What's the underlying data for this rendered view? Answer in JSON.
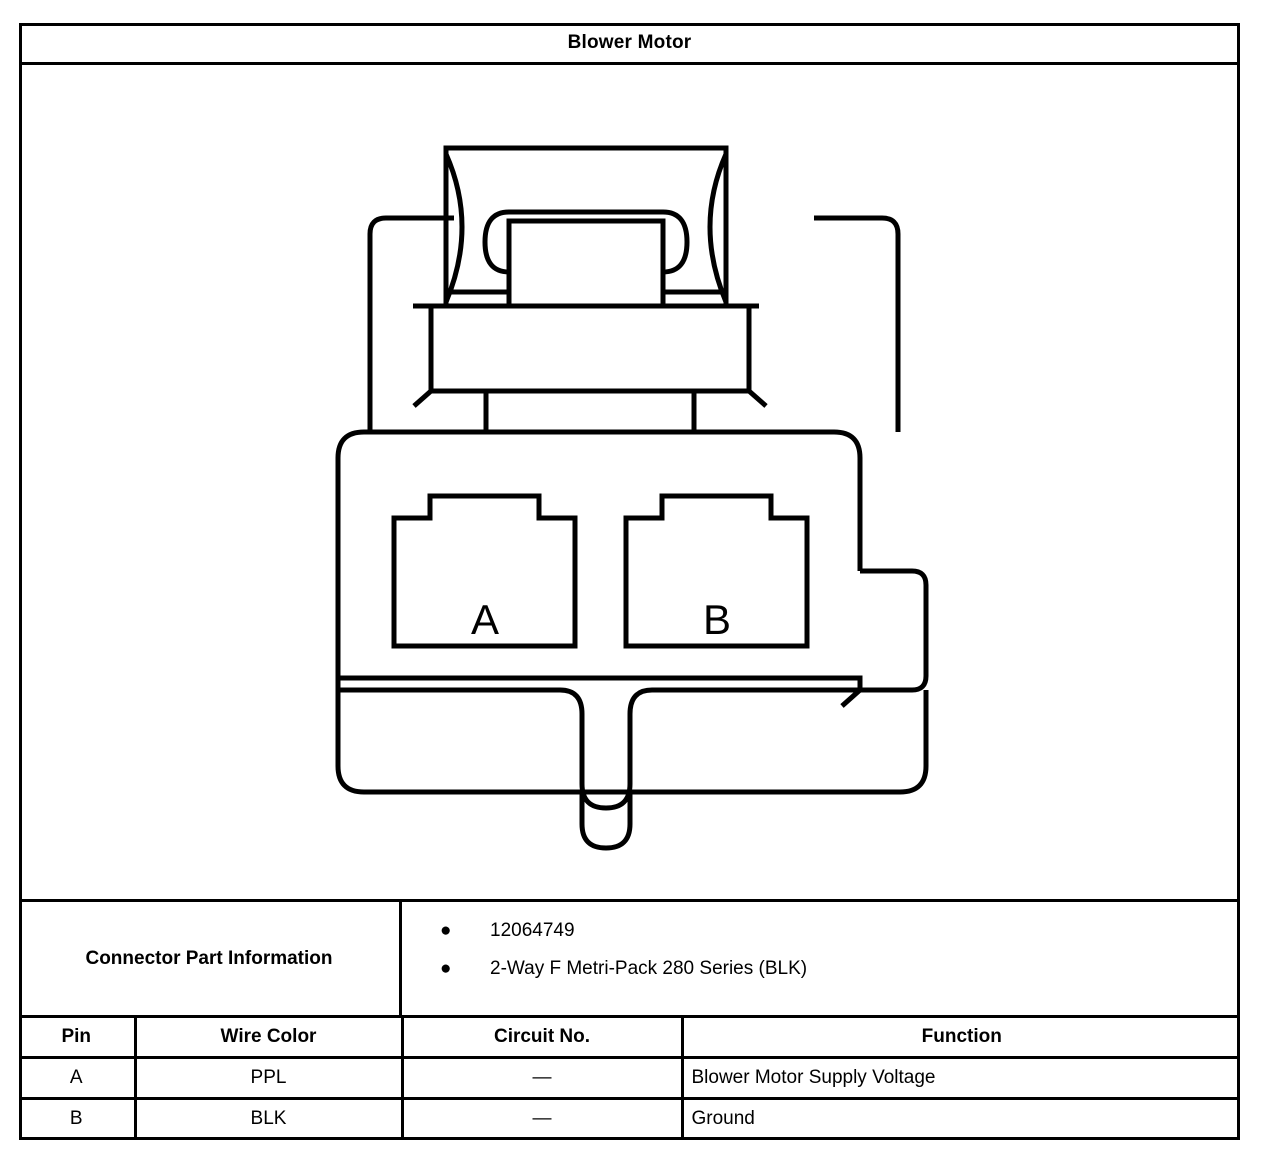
{
  "header": {
    "title": "Blower Motor"
  },
  "diagram": {
    "name": "two-way-connector-face-view",
    "cavity_a_label": "A",
    "cavity_b_label": "B"
  },
  "part_info": {
    "label": "Connector Part Information",
    "bullet_glyph": "●",
    "items": [
      "12064749",
      "2-Way F Metri-Pack 280 Series (BLK)"
    ]
  },
  "pin_table": {
    "headers": {
      "pin": "Pin",
      "wire_color": "Wire Color",
      "circuit_no": "Circuit No.",
      "function": "Function"
    },
    "rows": [
      {
        "pin": "A",
        "wire_color": "PPL",
        "circuit_no": "—",
        "function": "Blower Motor Supply Voltage"
      },
      {
        "pin": "B",
        "wire_color": "BLK",
        "circuit_no": "—",
        "function": "Ground"
      }
    ]
  },
  "colors": {
    "line": "#000000",
    "background": "#ffffff"
  }
}
